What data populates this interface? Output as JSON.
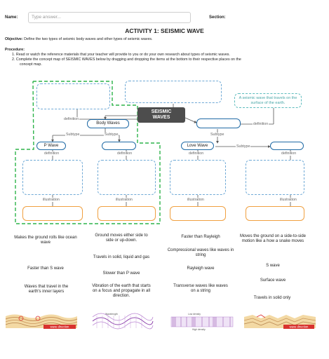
{
  "header": {
    "name_label": "Name:",
    "name_placeholder": "Type answer...",
    "section_label": "Section:"
  },
  "title": "ACTIVITY 1: SEISMIC WAVE",
  "objective_label": "Objective:",
  "objective_text": "Define the two types of seismic body waves and other types of seismic waves.",
  "procedure_label": "Procedure:",
  "procedure_steps": [
    "1.  Read or watch the reference materials that your teacher will provide to you or do your own research about types of seismic waves.",
    "2.  Complete the concept map of SEISMIC WAVES below by dragging and dropping the items at the bottom to their respective places on the",
    "concept map."
  ],
  "map": {
    "center": "SEISMIC\nWAVES",
    "body_waves": "Body Waves",
    "p_wave": "P Wave",
    "love_wave": "Love Wave",
    "definition_surface": "A seismic wave that travels on the surface of the earth.",
    "definition": "definition",
    "subtype": "Subtype",
    "illustration": "illustration"
  },
  "choices": [
    "Makes the ground rolls like ocean wave",
    "Ground moves either side to side or up-down.",
    "Faster than Rayleigh",
    "Moves the ground on a side-to-side motion like a how a snake moves",
    "Travels in solid, liquid and gas",
    "Compressional waves like waves in string",
    "S wave",
    "Faster than S wave",
    "Slower than P wave",
    "Rayleigh wave",
    "Surface wave",
    "Waves that travel in the earth's inner layers",
    "Vibration of the earth that starts on a focus and propagate in all direction.",
    "Transverse waves like waves on a string",
    "Travels in solid only"
  ],
  "images": {
    "wave_direction_1": "wave direction",
    "wavelength": "Wavelength",
    "low_density": "Low density",
    "high_density": "High density",
    "wave_direction_2": "wave direction"
  },
  "colors": {
    "green_dash": "#2db34a",
    "blue_dash": "#6fa9d6",
    "blue_solid": "#1f6aa5",
    "teal": "#5bbbbc",
    "orange": "#f0a040",
    "dark": "#4d4d4d"
  }
}
